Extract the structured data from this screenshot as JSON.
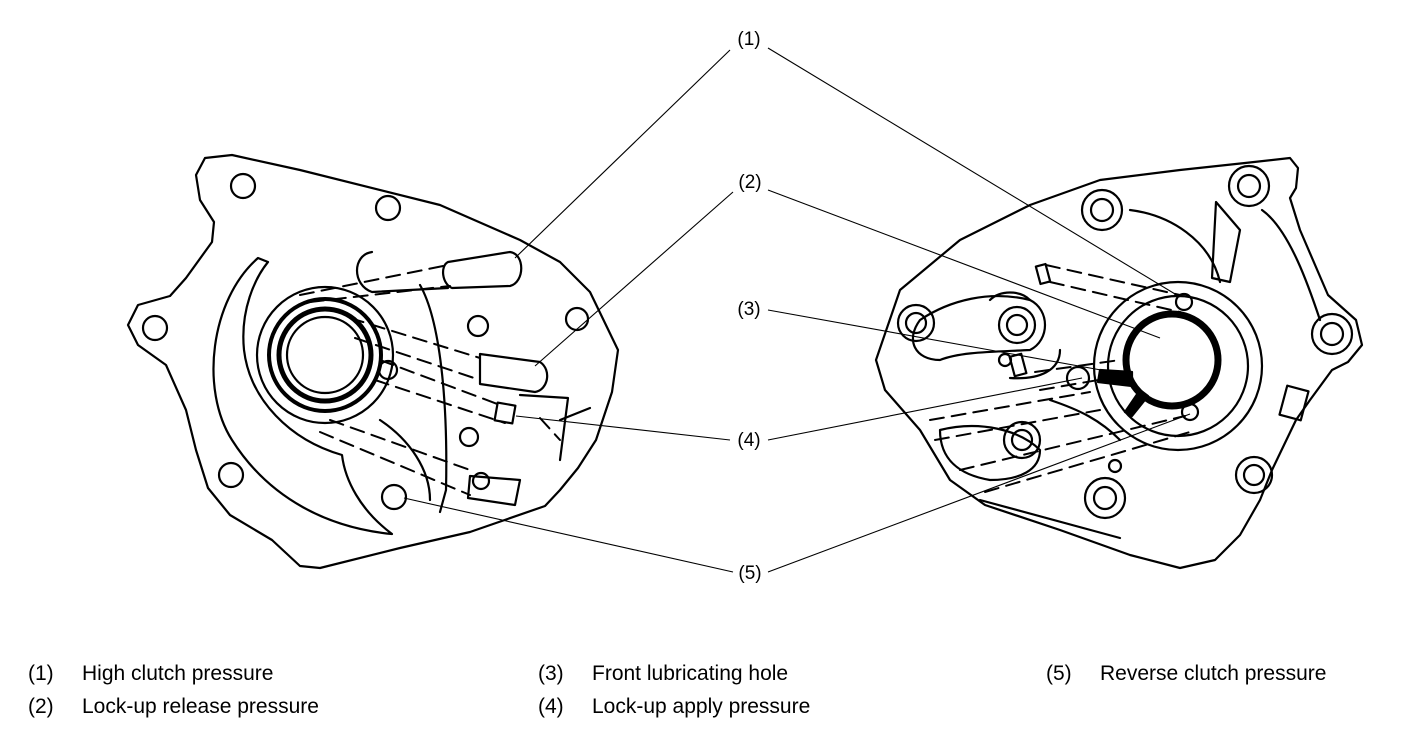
{
  "callouts": {
    "c1": "(1)",
    "c2": "(2)",
    "c3": "(3)",
    "c4": "(4)",
    "c5": "(5)"
  },
  "legend": [
    {
      "num": "(1)",
      "text": "High clutch pressure"
    },
    {
      "num": "(2)",
      "text": "Lock-up release pressure"
    },
    {
      "num": "(3)",
      "text": "Front lubricating hole"
    },
    {
      "num": "(4)",
      "text": "Lock-up apply pressure"
    },
    {
      "num": "(5)",
      "text": "Reverse clutch pressure"
    }
  ]
}
